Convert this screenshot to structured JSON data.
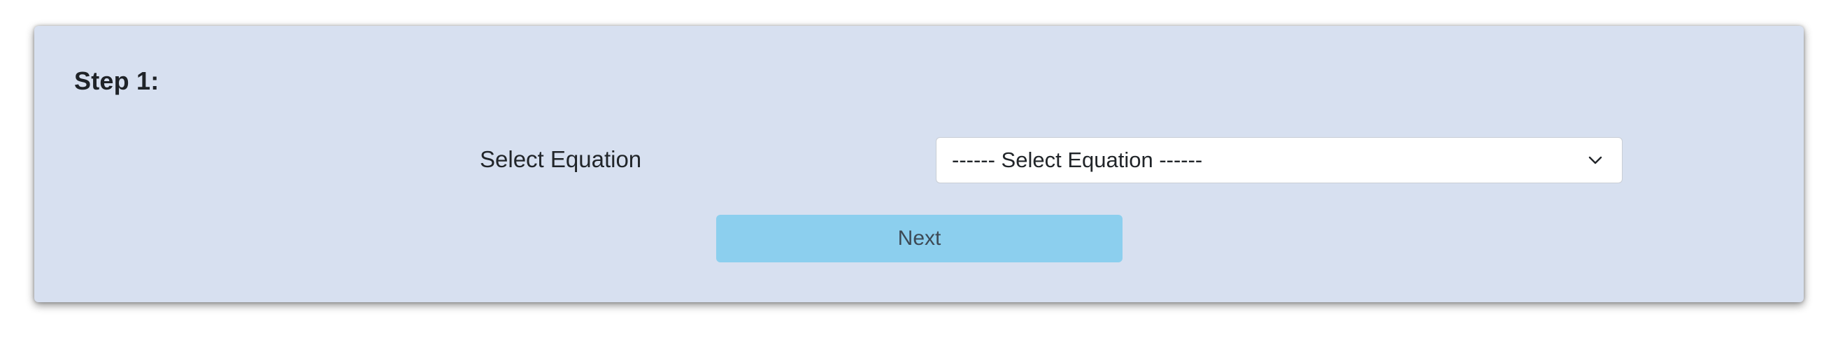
{
  "step": {
    "title": "Step 1:"
  },
  "form": {
    "equation_label": "Select Equation",
    "equation_select": {
      "selected": "------ Select Equation ------",
      "icon": "chevron-down-icon"
    },
    "next_label": "Next"
  },
  "colors": {
    "panel_background": "#d7e0f0",
    "next_button": "#8ccfee",
    "select_background": "#ffffff"
  }
}
